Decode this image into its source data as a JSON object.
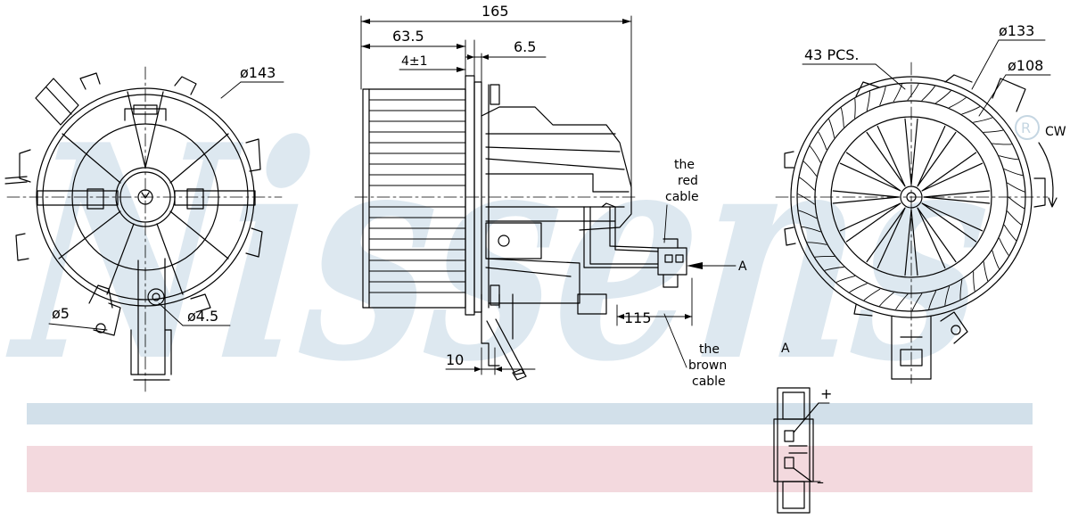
{
  "watermark": {
    "text": "Nissens",
    "mark": "®",
    "color_text": "#dde8f0",
    "band_blue": "#d2e0ea",
    "band_pink": "#f3d9de"
  },
  "dimensions": {
    "d143": "ø143",
    "d133": "ø133",
    "d108": "ø108",
    "d5": "ø5",
    "d4_5": "ø4.5",
    "len165": "165",
    "len63_5": "63.5",
    "len4": "4±1",
    "len6_5": "6.5",
    "len115": "115",
    "len10": "10",
    "pcs": "43 PCS.",
    "cw": "CW"
  },
  "labels": {
    "red_cable": [
      "the",
      "red",
      "cable"
    ],
    "brown_cable": [
      "the",
      "brown",
      "cable"
    ],
    "view_a_arrow": "A",
    "view_a_title": "A",
    "plus": "+",
    "minus": "–"
  }
}
